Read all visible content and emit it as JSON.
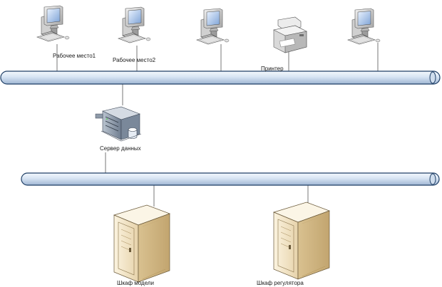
{
  "labels": {
    "workstation1": "Рабочее место1",
    "workstation2": "Рабочее место2",
    "printer": "Принтер",
    "data_server": "Сервер данных",
    "model_cabinet": "Шкаф модели",
    "regulator_cabinet": "Шкаф регулятора"
  },
  "colors": {
    "bus_fill": "#c9d9ec",
    "bus_stroke": "#1f3f66",
    "connector": "#555555",
    "cabinet": "#f2e3c4",
    "server": "#8d99a8"
  },
  "icons": {
    "workstation": "computer-icon",
    "printer": "printer-icon",
    "server": "server-icon",
    "cabinet": "server-cabinet-icon"
  }
}
